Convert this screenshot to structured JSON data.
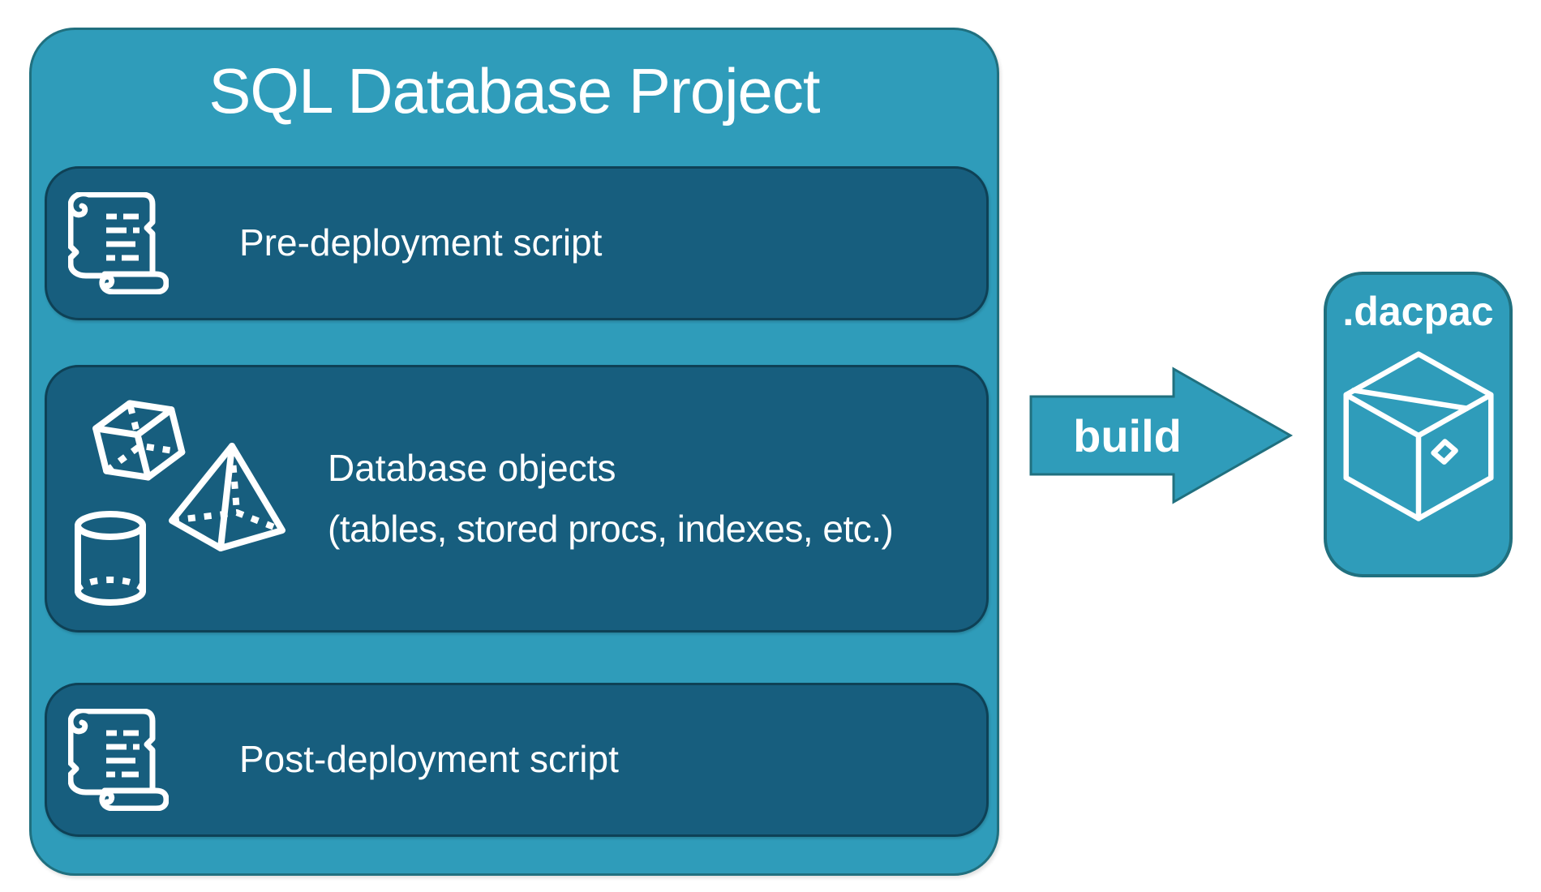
{
  "colors": {
    "container_fill": "#2F9CBA",
    "container_border": "#20707F",
    "item_fill": "#175E7E",
    "item_border": "#0E4156",
    "text": "#FFFFFF",
    "background": "#FFFFFF"
  },
  "project": {
    "title": "SQL Database Project",
    "items": [
      {
        "icon": "scroll-icon",
        "lines": [
          "Pre-deployment script"
        ]
      },
      {
        "icon": "database-shapes-icon",
        "lines": [
          "Database objects",
          "(tables, stored procs, indexes, etc.)"
        ]
      },
      {
        "icon": "scroll-icon",
        "lines": [
          "Post-deployment script"
        ]
      }
    ]
  },
  "build_arrow": {
    "label": "build"
  },
  "dacpac": {
    "label": ".dacpac",
    "icon": "package-icon"
  }
}
